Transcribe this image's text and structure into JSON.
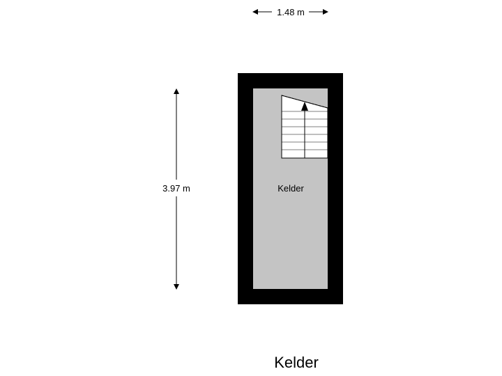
{
  "floor": {
    "title": "Kelder"
  },
  "room": {
    "label": "Kelder"
  },
  "dimensions": {
    "width_label": "1.48 m",
    "height_label": "3.97 m"
  },
  "colors": {
    "wall": "#000000",
    "floor": "#c4c4c4",
    "stairs": "#ffffff",
    "line": "#000000"
  }
}
